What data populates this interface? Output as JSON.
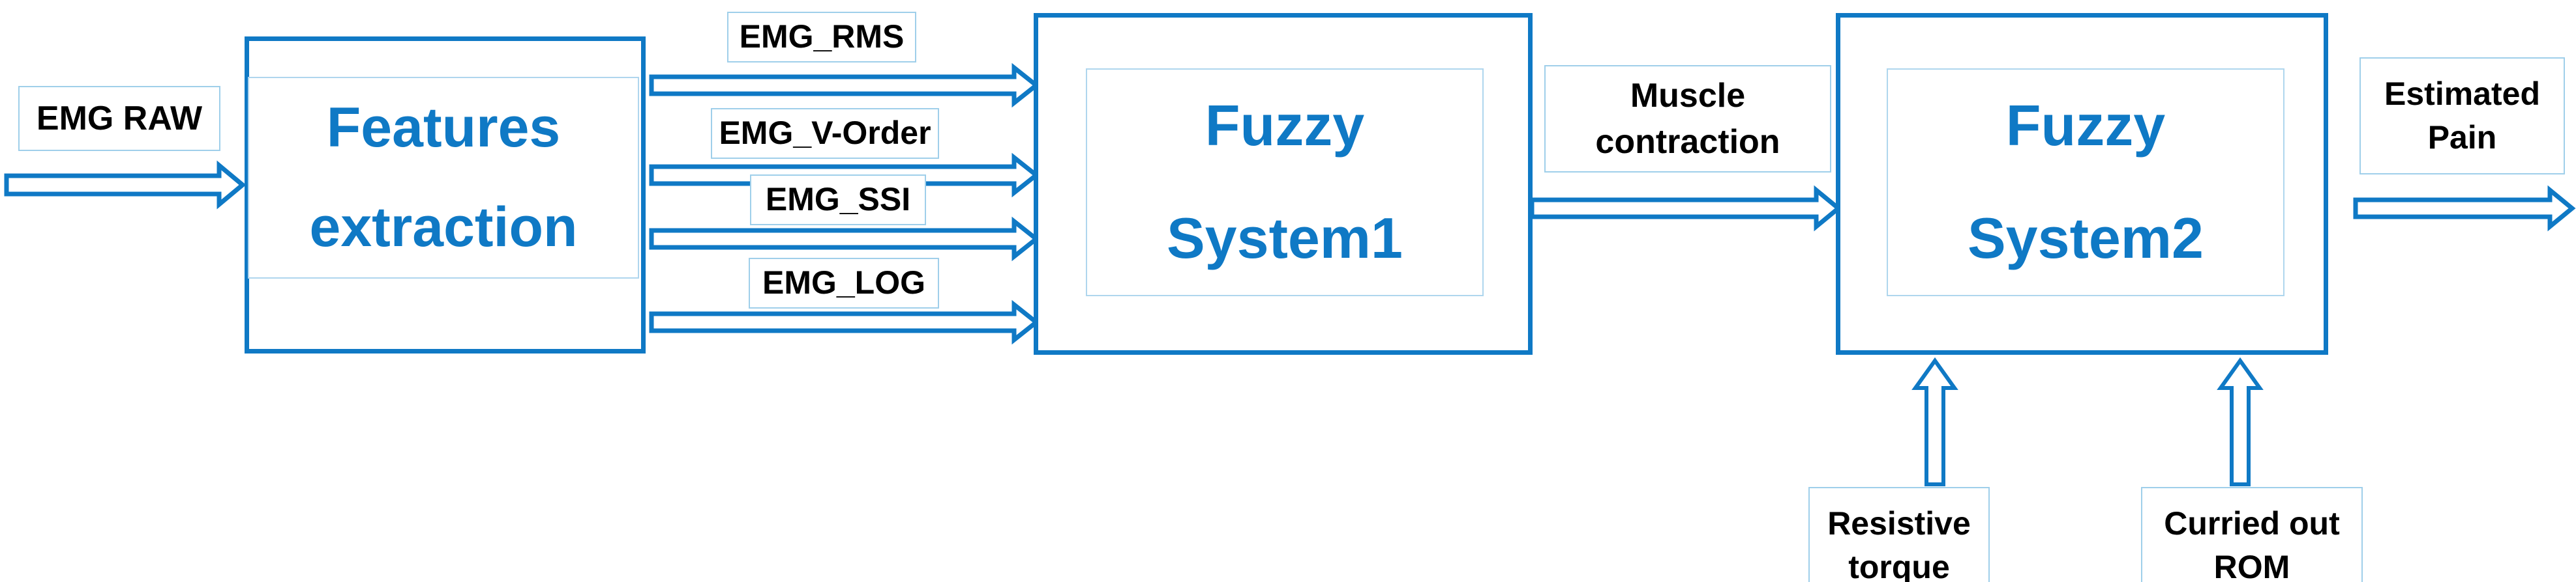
{
  "diagram": {
    "title": "EMG-based fuzzy pain estimation block diagram",
    "accent_color": "#0F79C5",
    "label_border_color": "#9FCFEA",
    "text_color": "#000000"
  },
  "inputs": {
    "emg_raw": "EMG RAW"
  },
  "blocks": {
    "features_extraction": {
      "line1": "Features",
      "line2": "extraction"
    },
    "fuzzy_system_1": {
      "line1": "Fuzzy",
      "line2": "System1"
    },
    "fuzzy_system_2": {
      "line1": "Fuzzy",
      "line2": "System2"
    }
  },
  "features": [
    {
      "label": "EMG_RMS"
    },
    {
      "label": "EMG_V-Order"
    },
    {
      "label": "EMG_SSI"
    },
    {
      "label": "EMG_LOG"
    }
  ],
  "intermediate": {
    "muscle_contraction_line1": "Muscle",
    "muscle_contraction_line2": "contraction"
  },
  "extra_inputs": [
    {
      "line1": "Resistive",
      "line2": "torque"
    },
    {
      "line1": "Curried out",
      "line2": "ROM"
    }
  ],
  "output": {
    "line1": "Estimated",
    "line2": "Pain"
  },
  "icons": {
    "arrow_right": "right-block-arrow",
    "arrow_up": "up-block-arrow"
  }
}
